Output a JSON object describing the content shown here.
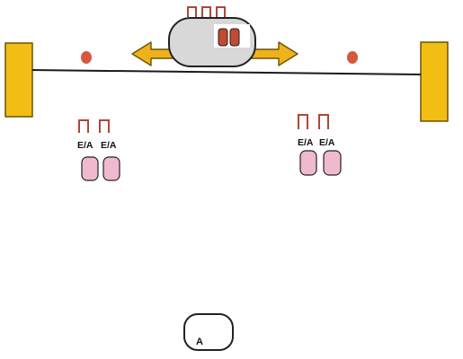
{
  "colors": {
    "post": "#F2BE14",
    "post_stroke": "#6B5206",
    "line": "#1b1b1b",
    "dot": "#D8573E",
    "staple": "#B24636",
    "arrow": "#F0B21A",
    "arrow_stroke": "#6B5206",
    "carriage": "#D8D8D8",
    "carriage_panel": "#ffffff",
    "carriage_pin": "#C24A32",
    "pin_pink": "#F1B9CF",
    "outline": "#222222"
  },
  "icons": {
    "carriage": "carriage-icon",
    "move_arrow": "double-arrow-icon",
    "pin": "pin-icon",
    "staple": "staple-icon",
    "anchor": "anchor-icon"
  },
  "left_group": {
    "labels": [
      "E/A",
      "E/A"
    ]
  },
  "right_group": {
    "labels": [
      "E/A",
      "E/A"
    ]
  },
  "anchor": {
    "label": "A"
  }
}
